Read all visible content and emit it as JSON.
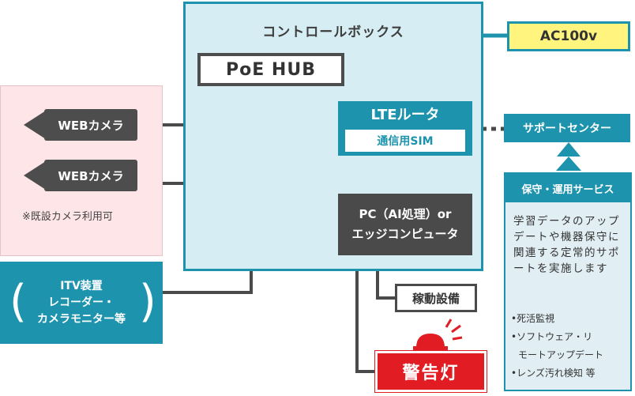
{
  "control_box": {
    "title": "コントロールボックス"
  },
  "poe_hub": {
    "label": "PoE HUB"
  },
  "lte_router": {
    "title": "LTEルータ",
    "sim": "通信用SIM"
  },
  "pc": {
    "line1": "PC（AI処理）or",
    "line2": "エッジコンピュータ"
  },
  "power": {
    "label": "AC100v"
  },
  "support_center": {
    "label": "サポートセンター"
  },
  "maintenance": {
    "title": "保守・運用サービス",
    "description": "学習データのアップデートや機器保守に関連する定常的サポートを実施します",
    "items": [
      "•死活監視",
      "•ソフトウェア・リ",
      "モートアップデート",
      "•レンズ汚れ検知 等"
    ]
  },
  "cameras": [
    {
      "label": "WEBカメラ"
    },
    {
      "label": "WEBカメラ"
    }
  ],
  "camera_note": "※既設カメラ利用可",
  "itv": {
    "line1": "ITV装置",
    "line2": "レコーダー・",
    "line3": "カメラモニター等"
  },
  "equipment": {
    "label": "稼動設備"
  },
  "warning_light": {
    "label": "警告灯"
  },
  "colors": {
    "teal": "#1e93ad",
    "panel": "#d6eef3",
    "dark": "#4a4a4a",
    "yellow": "#fff57e",
    "red": "#e21c23",
    "pink": "#fde5e8"
  }
}
